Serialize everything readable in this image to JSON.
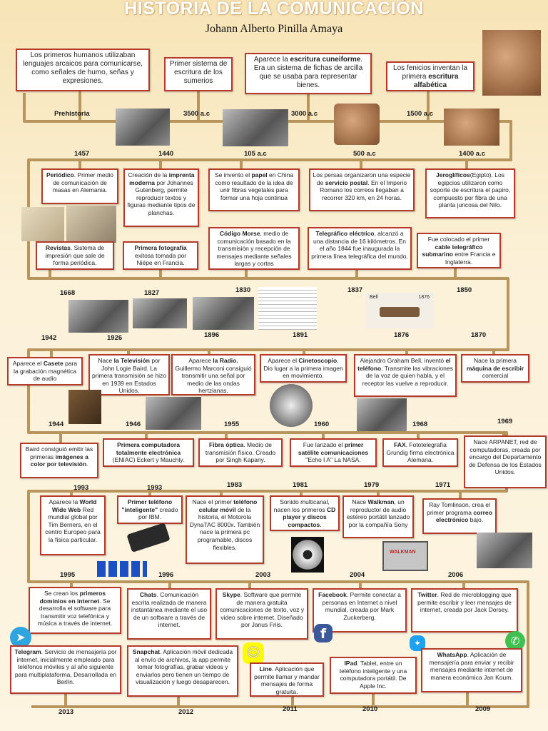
{
  "header": {
    "title": "HISTORIA DE LA COMUNICACIÓN",
    "author": "Johann Alberto Pinilla Amaya"
  },
  "row1": {
    "prehistoria": {
      "year": "Prehistoria",
      "text": "Los primeros humanos utilizaban lenguajes arcaicos para comunicarse, como señales de humo, señas y expresiones."
    },
    "sumerios": {
      "year": "3500 a.c",
      "text": "Primer sistema de escritura de los sumerios"
    },
    "cuneiforme": {
      "year": "3000 a.c",
      "text_a": "Aparece la ",
      "bold_a": "escritura cuneiforme",
      "text_b": ". Era un sistema de fichas de arcilla que se usaba para representar bienes."
    },
    "fenicios": {
      "year": "1500 a.c",
      "text_a": "Los fenicios inventan la primera ",
      "bold_a": "escritura alfabética"
    }
  },
  "row2": {
    "periodico": {
      "year": "1457",
      "bold_a": "Periódico",
      "text_b": ". Primer medio de comunicación de masas en Alemania."
    },
    "imprenta": {
      "year": "1440",
      "text_a": "Creación de la ",
      "bold_a": "imprenta moderna",
      "text_b": " por Johannes Gutenberg, permite reproducir textos y figuras mediante tipos de planchas."
    },
    "papel": {
      "year": "105 a.c",
      "text_a": "Se invento el ",
      "bold_a": "papel",
      "text_b": " en China como resultado de la idea de unir fibras vegetales para formar una hoja continua"
    },
    "postal": {
      "year": "500 a.c",
      "text_a": "Los persas organizaron una especie de ",
      "bold_a": "servicio postal",
      "text_b": ". En el Imperio Romano los correos llegaban a recorrer 320 km, en 24 horas."
    },
    "jeroglificos": {
      "year": "1400 a.c",
      "bold_a": "Jeroglíficos",
      "text_b": "(Egipto). Los egipcios utilizaron como soporte de escritura el papiro, compuesto por fibra de una planta juncosa del Nilo."
    }
  },
  "row3": {
    "revistas": {
      "year": "1668",
      "bold_a": "Revistas",
      "text_b": ". Sistema de impresión que sale de forma periódica."
    },
    "fotografia": {
      "year": "1827",
      "bold_a": "Primera fotografía",
      "text_b": " exitosa tomada por Niépe en Francia."
    },
    "morse": {
      "year": "1830",
      "bold_a": "Código Morse",
      "text_b": ", medio de comunicación basado en la transmisión y recepción de mensajes mediante señales largas y cortas"
    },
    "telegrafo": {
      "year": "1837",
      "bold_a": "Telegráfico eléctrico",
      "text_b": ", alcanzó a una distancia de 16 kilómetros. En el año 1844 fue inaugurada la primera línea telegráfica del mundo."
    },
    "cable": {
      "year": "1850",
      "text_a": "Fue colocado el primer ",
      "bold_a": "cable telegráfico submarino",
      "text_b": " entre Francia e Inglaterra."
    }
  },
  "row4": {
    "casete": {
      "year": "1942",
      "text_a": "Aparece el ",
      "bold_a": "Casete",
      "text_b": " para la grabación magnética de audio"
    },
    "television": {
      "year": "1926",
      "text_a": "Nace ",
      "bold_a": "la Televisión",
      "text_b": " por John Logie Baird. La primera transmisión se hizo en 1939 en Estados Unidos."
    },
    "radio": {
      "year": "1896",
      "text_a": "Aparece ",
      "bold_a": "la Radio.",
      "text_b": " Guillermo Marconi consiguió transmitir una señal por medio de las ondas hertzianas."
    },
    "cinetoscopio": {
      "year": "1891",
      "text_a": "Aparece el ",
      "bold_a": "Cinetoscopio",
      "text_b": ". Dio lugar a la primera imagen en movimiento."
    },
    "telefono": {
      "year": "1876",
      "text_a": "Alejandro Graham Bell, inventó ",
      "bold_a": "el teléfono",
      "text_b": ". Transmite las vibraciones de la voz de quien habla, y el receptor las vuelve a reproducir."
    },
    "maquina": {
      "year": "1870",
      "text_a": "Nace la primera ",
      "bold_a": "máquina de escribir",
      "text_b": " comercial"
    },
    "photo_labels": {
      "bell": "Bell",
      "bell_year": "1876"
    }
  },
  "row5": {
    "color_tv": {
      "year": "1944",
      "text_a": "Baird consiguió emitir las primeras ",
      "bold_a": "imágenes a color por televisión",
      "text_b": "."
    },
    "eniac": {
      "year": "1946",
      "bold_a": "Primera computadora totalmente electrónica",
      "text_b": " (ENIAC) Eckert y Mauchly."
    },
    "fibra": {
      "year": "1955",
      "bold_a": "Fibra óptica",
      "text_b": ". Medio de transmisión físico. Creado por Singh Kapany."
    },
    "satelite": {
      "year": "1960",
      "text_a": "Fue lanzado el ",
      "bold_a": "primer satélite comunicaciones",
      "text_b": " \"Echo I A\" La NASA."
    },
    "fax": {
      "year": "1968",
      "bold_a": "FAX",
      "text_b": ". Fototelegrafía Grundig firma electrónica Alemana."
    },
    "arpanet": {
      "year": "1969",
      "text_a": "Nace ARPANET, red de computadoras, creada por encargo del Departamento de Defensa de los Estados Unidos."
    }
  },
  "row6": {
    "www": {
      "year": "1993",
      "text_a": "Aparece la ",
      "bold_a": "World Wide Web",
      "text_b": " Red mundial global por Tim Berners, en el centro Europeo para la física particular."
    },
    "smartphone": {
      "year": "1993",
      "bold_a": "Primer teléfono \"inteligente\"",
      "text_b": " creado por IBM."
    },
    "celular": {
      "year": "1983",
      "text_a": "Nace el primer ",
      "bold_a": "teléfono celular móvil",
      "text_b": " de la historia, el Motorola DynaTAC 8000x. También nace la primera pc programable, discos flexibles."
    },
    "cd": {
      "year": "1981",
      "text_a": "Sonido multicanal, nacen los primeros ",
      "bold_a": "CD player y discos compactos",
      "text_b": "."
    },
    "walkman": {
      "year": "1979",
      "text_a": "Nace ",
      "bold_a": "Walkman",
      "text_b": ", un reproductor de audio estéreo portátil lanzado por la compañía Sony"
    },
    "email": {
      "year": "1971",
      "text_a": "Ray Tomlinson, crea el primer programa ",
      "bold_a": "correo electrónico",
      "text_b": " bajo."
    },
    "photo_labels": {
      "walkman": "WALKMAN"
    }
  },
  "row7": {
    "dominios": {
      "year": "1995",
      "text_a": "Se crean los ",
      "bold_a": "primeros dominios en internet",
      "text_b": ". Se desarrolla el software para transmitir voz telefónica y música a través de internet."
    },
    "chats": {
      "year": "1996",
      "bold_a": "Chats",
      "text_b": ". Comunicación escrita realizada de manera instantánea mediante el uso de un software a través de internet."
    },
    "skype": {
      "year": "2003",
      "bold_a": "Skype",
      "text_b": ". Software que permite de manera gratuita comunicaciones de texto, voz y video sobre internet. Diseñado por Janus Friis."
    },
    "facebook": {
      "year": "2004",
      "bold_a": "Facebook",
      "text_b": ". Permite conectar a personas en Internet a nivel mundial, creada por Mark Zuckerberg."
    },
    "twitter": {
      "year": "2006",
      "bold_a": "Twitter",
      "text_b": ". Red de microblogging que permite escribir y leer mensajes de internet, creada por Jack Dorsey."
    }
  },
  "row8": {
    "telegram": {
      "year": "2013",
      "bold_a": "Telegram",
      "text_b": ". Servicio de mensajería por internet, inicialmente empleado para teléfonos móviles y al año siguiente para multiplataforma, Desarrollada en Berlín."
    },
    "snapchat": {
      "year": "2012",
      "bold_a": "Snapchat",
      "text_b": ". Aplicación móvil dedicada al envío de archivos, la app permite tomar fotografías, grabar videos y enviarlos pero tienen un tiempo de visualización y luego desaparecen."
    },
    "line": {
      "year": "2011",
      "bold_a": "Line",
      "text_b": ". Aplicación que permite llamar y mandar mensajes de forma gratuita."
    },
    "ipad": {
      "year": "2010",
      "bold_a": "IPad",
      "text_b": ". Tablet, entre un teléfono inteligente y una computadora portátil. De Apple Inc."
    },
    "whatsapp": {
      "year": "2009",
      "bold_a": "WhatsApp",
      "text_b": ". Aplicación de mensajería para enviar y recibir mensajes mediante internet de manera económica Jan Koum."
    }
  },
  "colors": {
    "line": "#b8955c",
    "border": "#b53a2c",
    "telegram": "#2ea5de",
    "facebook": "#3b5998",
    "twitter": "#1da1f2",
    "whatsapp": "#3fc051",
    "snapchat": "#fffc00"
  },
  "icons": {
    "telegram": "telegram-icon",
    "snapchat": "snapchat-icon",
    "facebook": "facebook-icon",
    "twitter": "twitter-icon",
    "whatsapp": "whatsapp-icon"
  }
}
